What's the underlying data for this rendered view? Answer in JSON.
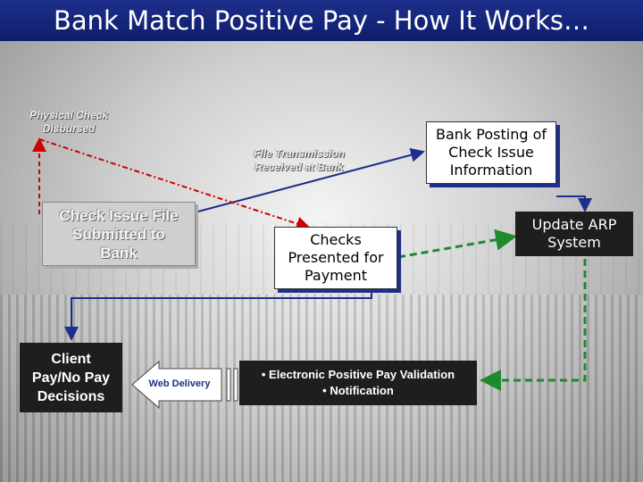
{
  "title": "Bank Match Positive Pay - How It Works…",
  "labels": {
    "physical_check_line1": "Physical Check",
    "physical_check_line2": "Disbursed",
    "file_transmission_line1": "File Transmission",
    "file_transmission_line2": "Received at Bank"
  },
  "boxes": {
    "bank_posting": [
      "Bank Posting of",
      "Check Issue",
      "Information"
    ],
    "check_issue_file": [
      "Check Issue File",
      "Submitted to",
      "Bank"
    ],
    "checks_presented": [
      "Checks",
      "Presented for",
      "Payment"
    ],
    "update_arp": [
      "Update ARP",
      "System"
    ],
    "client_decisions": [
      "Client",
      "Pay/No Pay",
      "Decisions"
    ],
    "web_delivery": "Web Delivery",
    "validation": [
      "• Electronic Positive Pay Validation",
      "• Notification"
    ]
  },
  "colors": {
    "title_bar": "#1d2f8a",
    "box_shadow": "#1d2f8a",
    "arrow_blue": "#1d2f8a",
    "arrow_red": "#cc0000",
    "arrow_green": "#1e8a2e"
  }
}
